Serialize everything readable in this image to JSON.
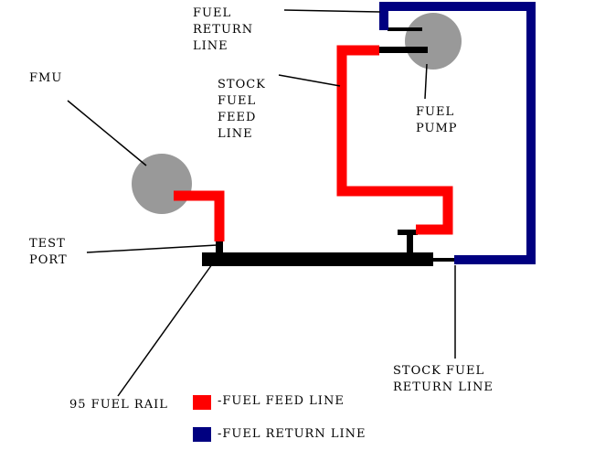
{
  "colors": {
    "feed_line": "#ff0000",
    "return_line": "#000080",
    "component": "#999999",
    "fittings": "#000000",
    "background": "#ffffff"
  },
  "labels": {
    "fuel_return_line": [
      "FUEL",
      "RETURN",
      "LINE"
    ],
    "fmu": "FMU",
    "stock_fuel_feed_line": [
      "STOCK",
      "FUEL",
      "FEED",
      "LINE"
    ],
    "fuel_pump": [
      "FUEL",
      "PUMP"
    ],
    "test_port": [
      "TEST",
      "PORT"
    ],
    "stock_fuel_return_line": [
      "STOCK FUEL",
      "RETURN LINE"
    ],
    "fuel_rail": "95 FUEL RAIL"
  },
  "legend": [
    {
      "label": "-FUEL FEED LINE",
      "color": "#ff0000",
      "icon": "red-square"
    },
    {
      "label": "-FUEL RETURN LINE",
      "color": "#000080",
      "icon": "navy-square"
    }
  ]
}
